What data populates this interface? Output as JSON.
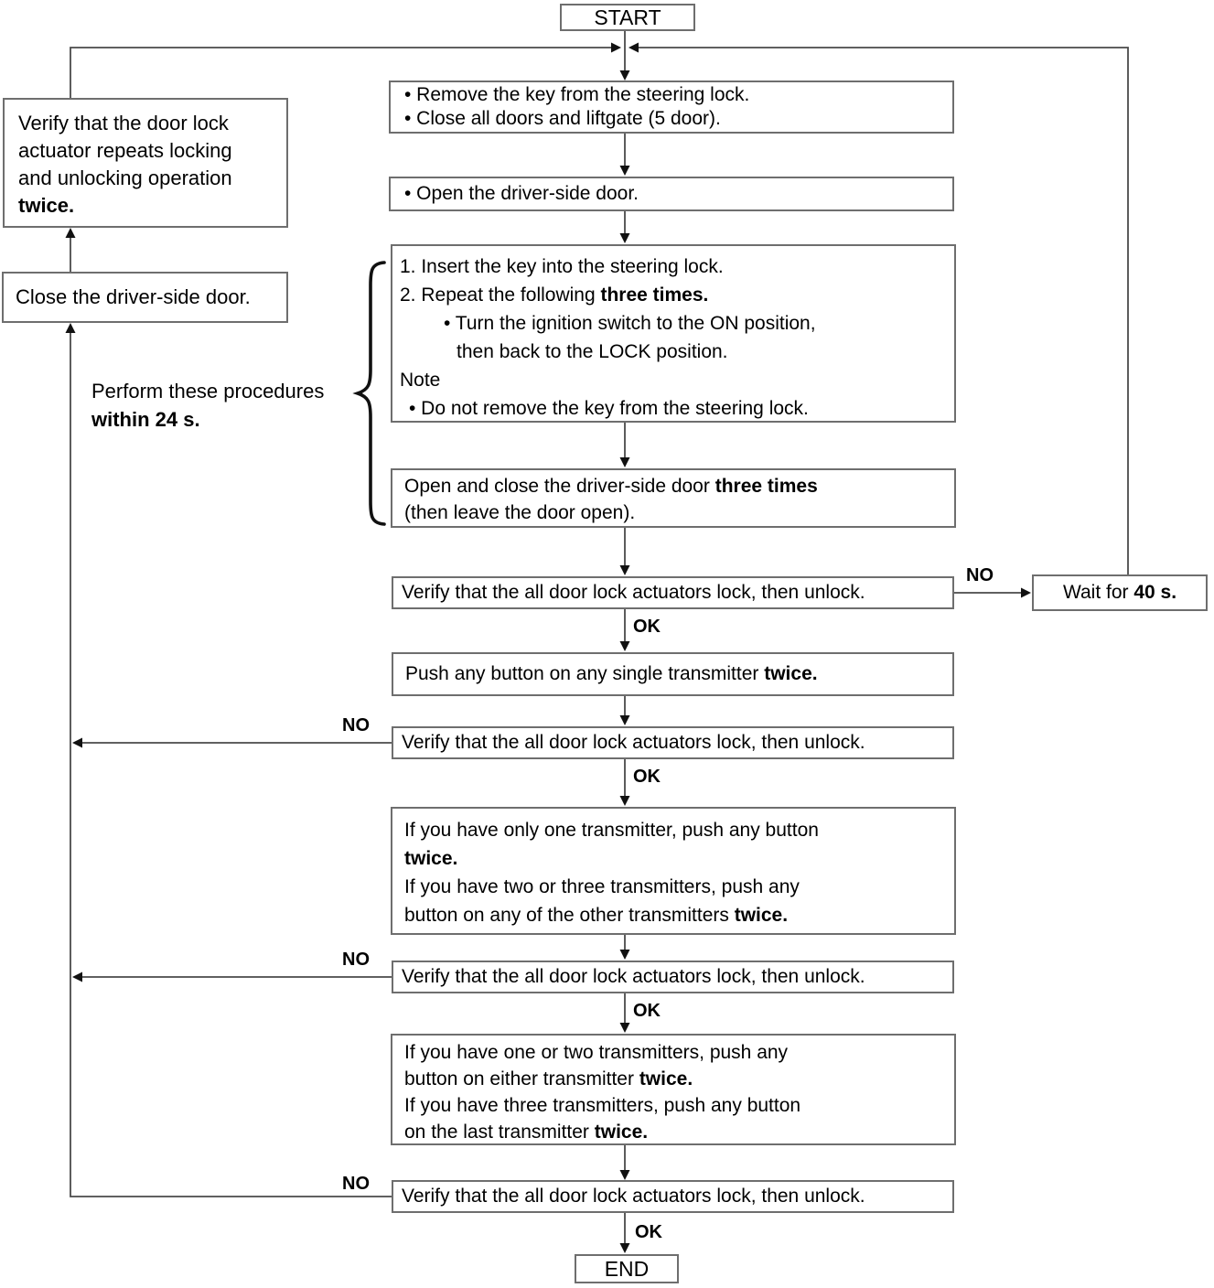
{
  "labels": {
    "start": "START",
    "end": "END",
    "ok": "OK",
    "no": "NO"
  },
  "nodes": {
    "remove_key": {
      "l1": "• Remove the key from  the steering lock.",
      "l2": "• Close all doors and liftgate (5 door)."
    },
    "open_door": {
      "l1": "• Open the driver-side door."
    },
    "insert_key": {
      "l1": "1. Insert the key into the steering lock.",
      "l2a": "2. Repeat the following ",
      "l2b": "three times.",
      "l3": "• Turn the ignition switch to the ON position,",
      "l4": "then back to the LOCK position.",
      "l5": "Note",
      "l6": "• Do not remove the key from the steering lock."
    },
    "open_close_door": {
      "l1a": "Open and close the driver-side door ",
      "l1b": "three times",
      "l2": "(then leave the door open)."
    },
    "verify_all": {
      "text": "Verify that the all door lock actuators lock, then unlock."
    },
    "wait": {
      "a": "Wait for ",
      "b": "40 s."
    },
    "push_single": {
      "a": "Push any button on any single transmitter ",
      "b": "twice."
    },
    "second_transmitter": {
      "l1": "If you have only one transmitter, push any button",
      "l2b": "twice.",
      "l3": "If you have two or three transmitters, push any",
      "l4a": "button on any of the other transmitters ",
      "l4b": "twice."
    },
    "third_transmitter": {
      "l1": "If you have one or two transmitters, push any",
      "l2a": "button on either transmitter ",
      "l2b": "twice.",
      "l3": "If you have three transmitters, push any button",
      "l4a": "on the last transmitter ",
      "l4b": "twice."
    },
    "close_driver_door": {
      "text": "Close the driver-side door."
    },
    "verify_actuator": {
      "l1": "Verify that the door lock",
      "l2": "actuator repeats locking",
      "l3": "and unlocking operation",
      "l4b": "twice."
    },
    "timing_note": {
      "l1": "Perform these procedures",
      "l2b": "within 24 s."
    }
  }
}
